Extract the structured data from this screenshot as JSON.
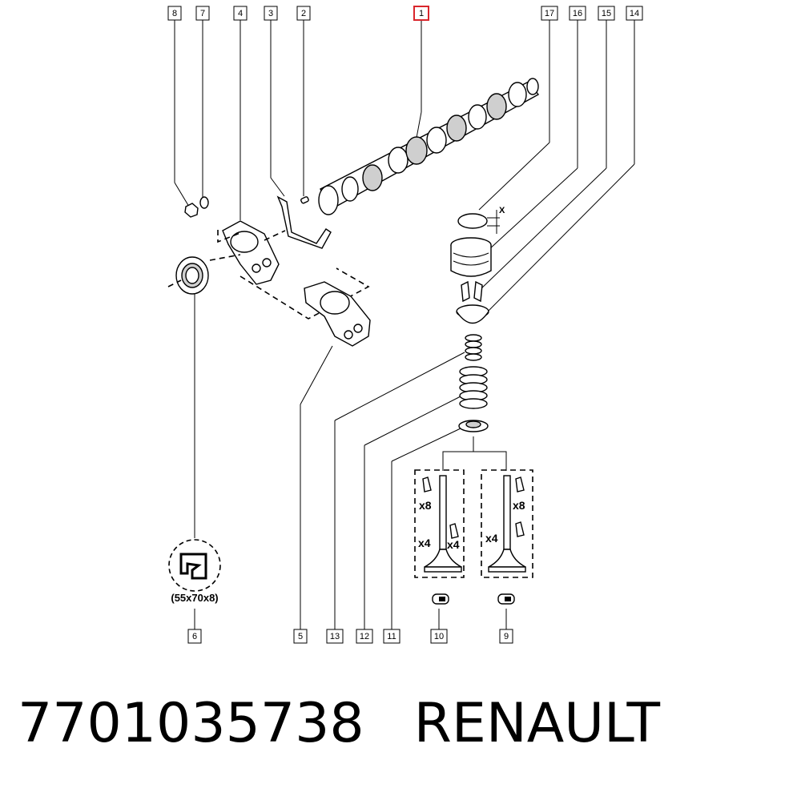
{
  "callouts": {
    "c1": "1",
    "c2": "2",
    "c3": "3",
    "c4": "4",
    "c5": "5",
    "c6": "6",
    "c7": "7",
    "c8": "8",
    "c9": "9",
    "c10": "10",
    "c11": "11",
    "c12": "12",
    "c13": "13",
    "c14": "14",
    "c15": "15",
    "c16": "16",
    "c17": "17"
  },
  "highlighted_callout": "1",
  "highlight_color": "#d9262c",
  "labels": {
    "seal_size": "(55x70x8)",
    "clearance_mark": "X",
    "qty_left_top": "x8",
    "qty_left_a": "x4",
    "qty_left_b": "x4",
    "qty_right_top": "x8",
    "qty_right_a": "x4"
  },
  "caption": {
    "part_number": "7701035738",
    "brand": "RENAULT"
  }
}
